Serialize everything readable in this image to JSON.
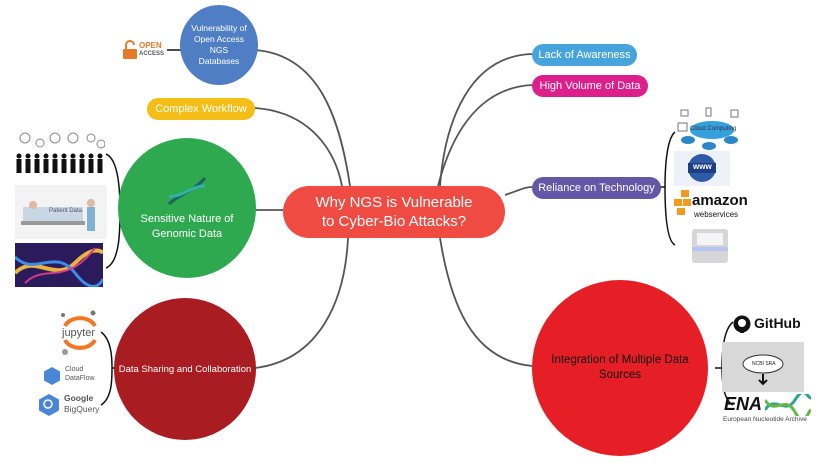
{
  "central": {
    "title": "Why NGS is Vulnerable to Cyber-Bio Attacks?",
    "color": "#ef4b43"
  },
  "left_branches": {
    "open_access": {
      "label": "Vulnerability of Open Access NGS Databases",
      "color": "#4f7ec4",
      "logo_top": "OPEN",
      "logo_bottom": "ACCESS"
    },
    "complex_workflow": {
      "label": "Complex Workflow",
      "color": "#f5be16"
    },
    "sensitive": {
      "label": "Sensitive Nature of Genomic Data",
      "color": "#2ea94f",
      "patient_label": "Patient Data"
    },
    "data_sharing": {
      "label": "Data Sharing and Collaboration",
      "color": "#a81c22",
      "tools": {
        "jupyter": "jupyter",
        "cloud": "Cloud",
        "dataflow": "DataFlow",
        "google": "Google",
        "bigquery": "BigQuery"
      }
    }
  },
  "right_branches": {
    "lack_awareness": {
      "label": "Lack of Awareness",
      "color": "#47a3dc"
    },
    "high_volume": {
      "label": "High Volume of Data",
      "color": "#dc1f8a"
    },
    "reliance": {
      "label": "Reliance on Technology",
      "color": "#6557a8",
      "tech": {
        "cloud": "Cloud Computing",
        "www": "www",
        "amazon": "amazon",
        "aws": "webservices"
      }
    },
    "integration": {
      "label": "Integration of Multiple Data Sources",
      "color": "#e61e26",
      "sources": {
        "github": "GitHub",
        "ncbi": "NCBI SRA",
        "ena": "ENA",
        "ena_full": "European Nucleotide Archive"
      }
    }
  }
}
